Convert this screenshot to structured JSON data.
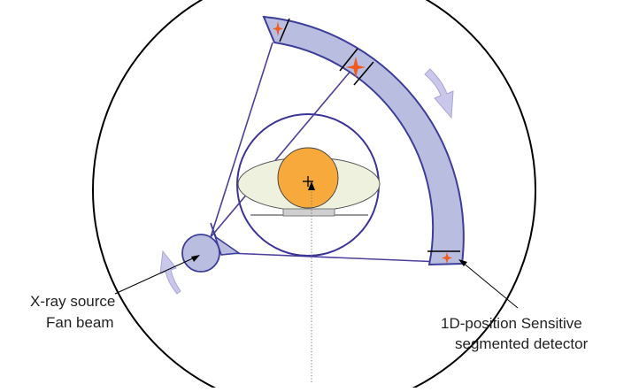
{
  "labels": {
    "source_line1": "X-ray source",
    "source_line2": "Fan beam",
    "detector_line1": "1D-position Sensitive",
    "detector_line2": "segmented detector"
  },
  "colors": {
    "gantry_outline": "#000000",
    "beam_line": "#4a3f9a",
    "detector_fill": "#b9bde0",
    "detector_stroke": "#3d3d9a",
    "source_fill": "#b9bde0",
    "object_fill": "#f7a93c",
    "ellipse_fill": "#eff1df",
    "table_fill": "#cfcfcf",
    "hit_marker": "#f25a1e",
    "rotation_arrow": "#c9c7ea"
  },
  "icons": {
    "detector_hit": "star-marker",
    "rotation": "curved-arrow",
    "center": "crosshair"
  }
}
